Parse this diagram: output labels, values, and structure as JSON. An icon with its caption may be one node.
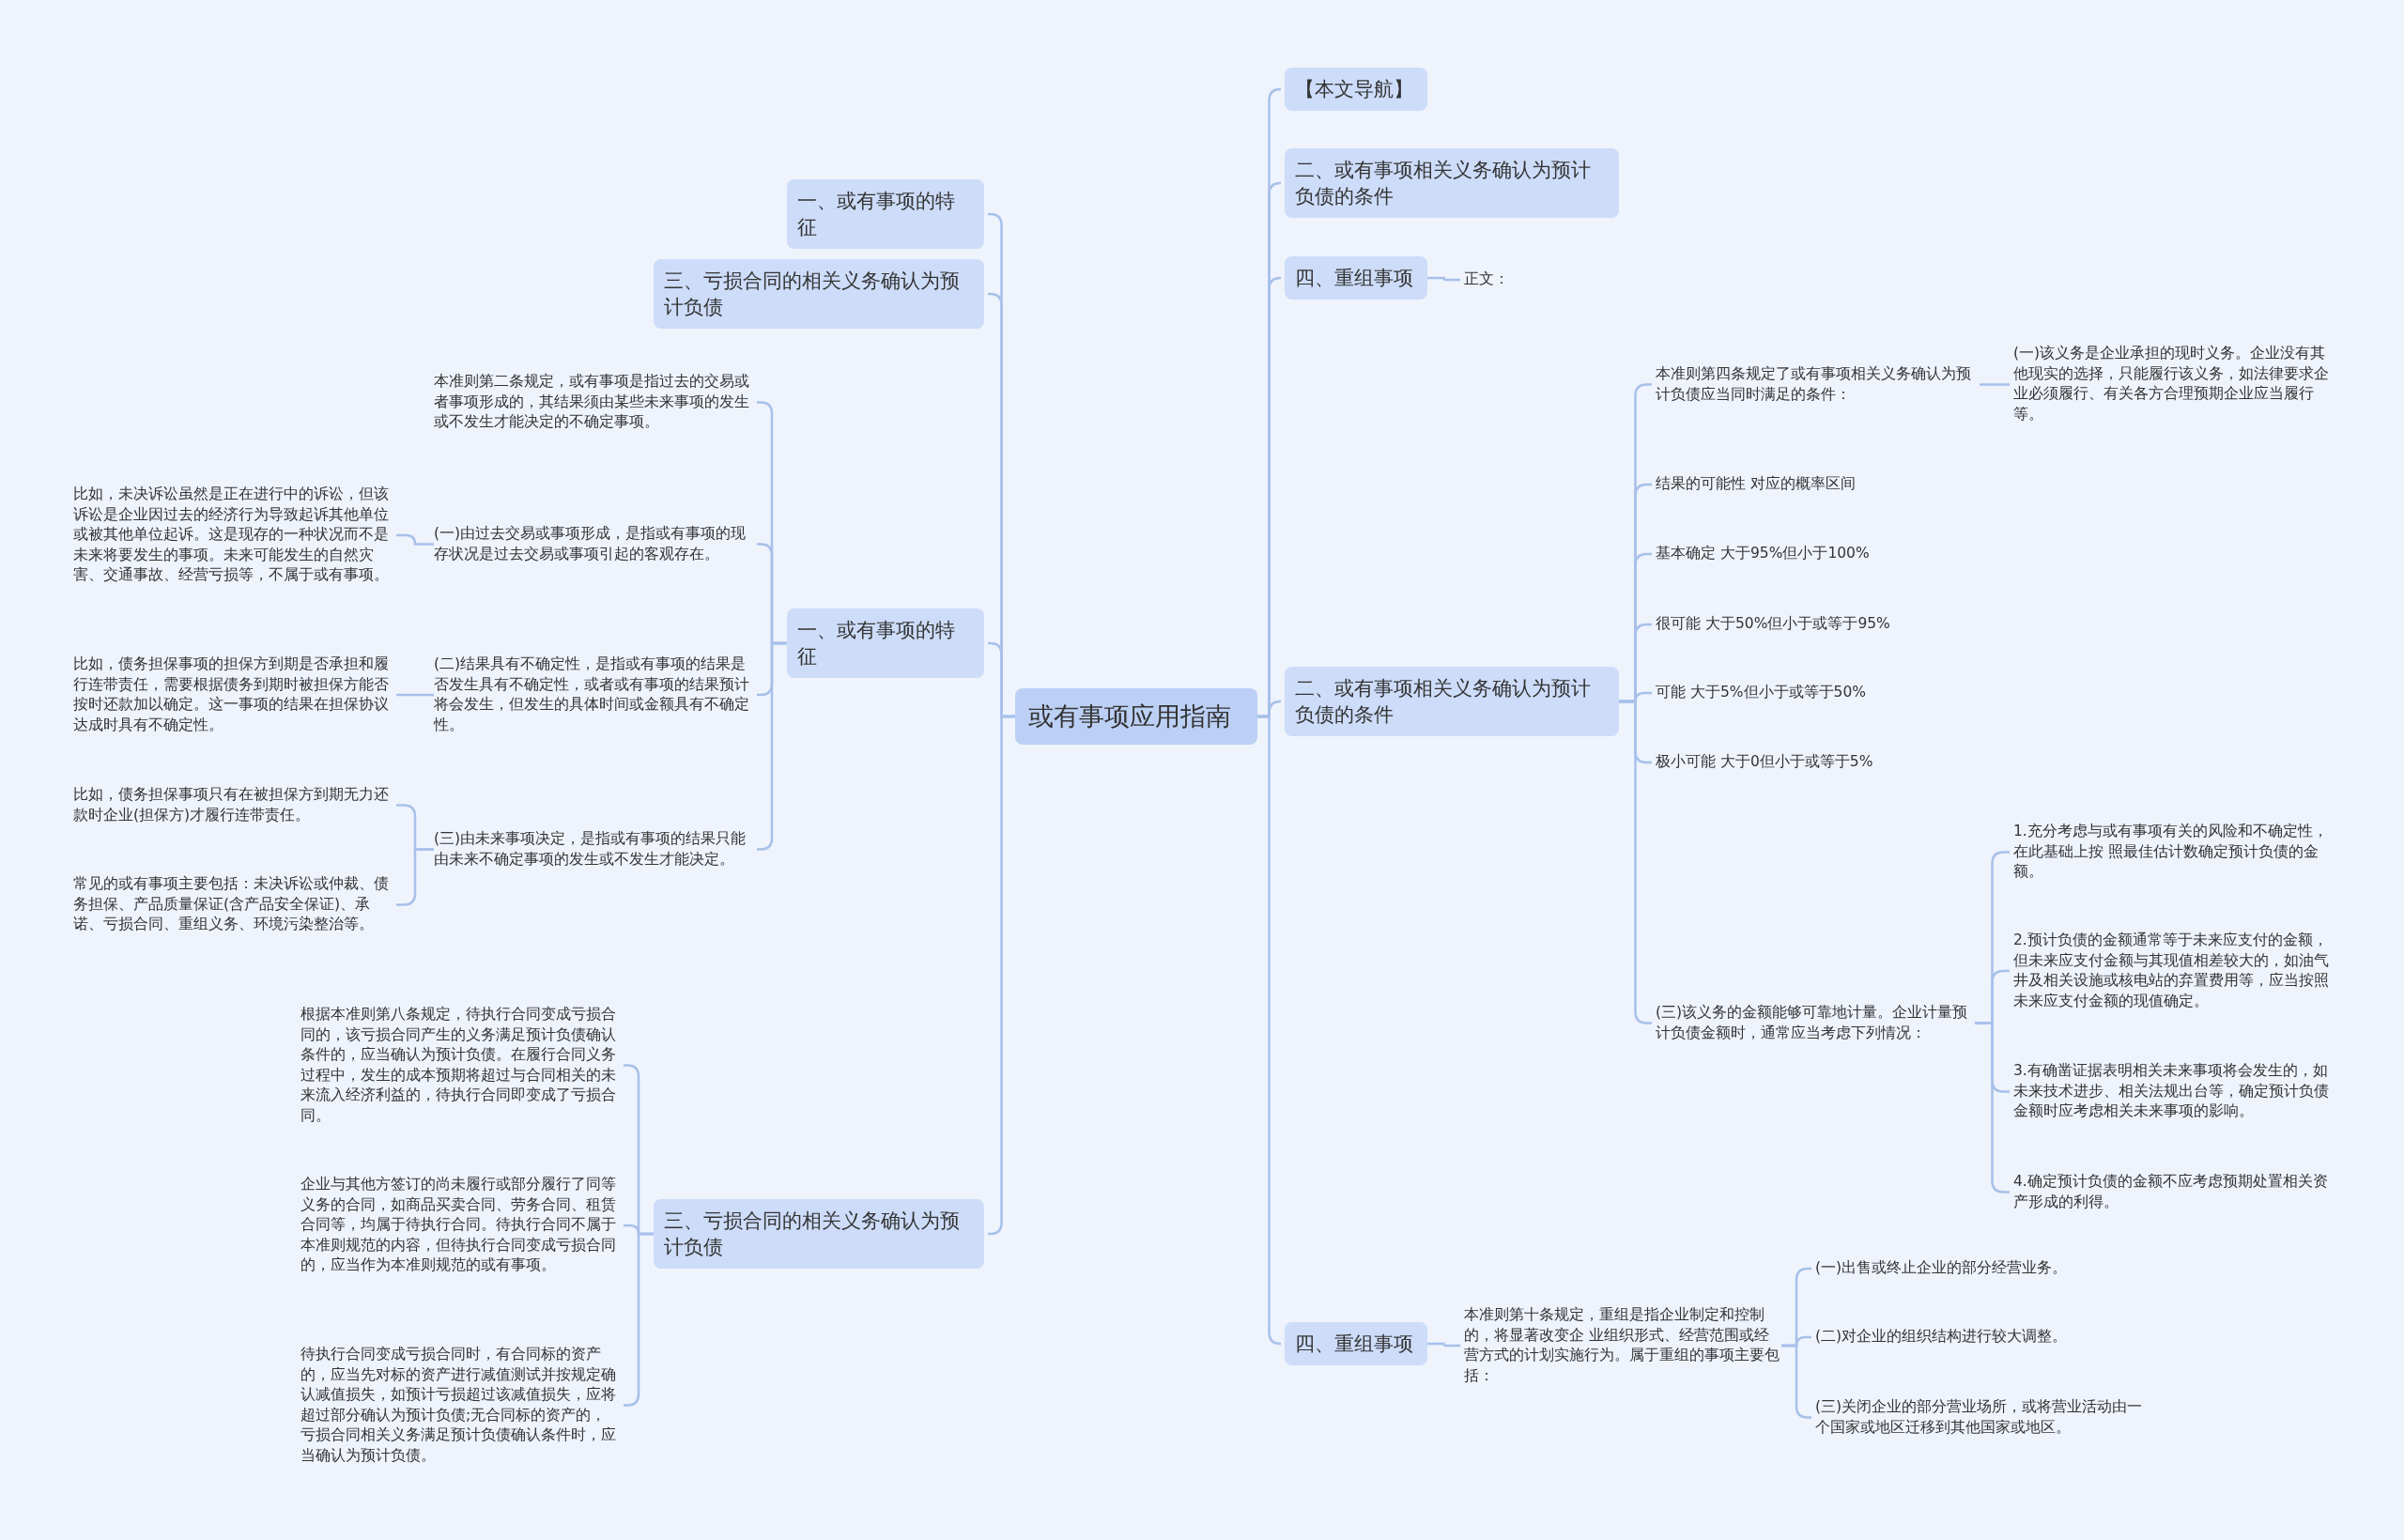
{
  "diagram": {
    "nodes": [
      {
        "text": [
          "或有事项应用指南"
        ]
      },
      {
        "text": [
          "一、或有事项的特征"
        ]
      },
      {
        "text": [
          "三、亏损合同的相关义务确认为预计负债"
        ]
      },
      {
        "text": [
          "一、或有事项的特征"
        ]
      },
      {
        "text": [
          "本准则第二条规定，或有事项是指过去的交易或者事项形成的，其结果须由某些未来事项的发生或不发生才能决定的不确定事项。"
        ]
      },
      {
        "text": [
          "(一)由过去交易或事项形成，是指或有事项的现存状况是过去交易或事项引起的客观存在。"
        ]
      },
      {
        "text": [
          "比如，未决诉讼虽然是正在进行中的诉讼，但该诉讼是企业因过去的经济行为导致起诉其他单位或被其他单位起诉。这是现存的一种状况而不是未来将要发生的事项。未来可能发生的自然灾害、交通事故、经营亏损等，不属于或有事项。"
        ]
      },
      {
        "text": [
          "(二)结果具有不确定性，是指或有事项的结果是否发生具有不确定性，或者或有事项的结果预计将会发生，但发生的具体时间或金额具有不确定性。"
        ]
      },
      {
        "text": [
          "比如，债务担保事项的担保方到期是否承担和履行连带责任，需要根据债务到期时被担保方能否按时还款加以确定。这一事项的结果在担保协议达成时具有不确定性。"
        ]
      },
      {
        "text": [
          "(三)由未来事项决定，是指或有事项的结果只能由未来不确定事项的发生或不发生才能决定。"
        ]
      },
      {
        "text": [
          "比如，债务担保事项只有在被担保方到期无力还款时企业(担保方)才履行连带责任。"
        ]
      },
      {
        "text": [
          "常见的或有事项主要包括：未决诉讼或仲裁、债务担保、产品质量保证(含产品安全保证)、承诺、亏损合同、重组义务、环境污染整治等。"
        ]
      },
      {
        "text": [
          "三、亏损合同的相关义务确认为预计负债"
        ]
      },
      {
        "text": [
          "根据本准则第八条规定，待执行合同变成亏损合同的，该亏损合同产生的义务满足预计负债确认条件的，应当确认为预计负债。在履行合同义务过程中，发生的成本预期将超过与合同相关的未来流入经济利益的，待执行合同即变成了亏损合同。"
        ]
      },
      {
        "text": [
          "企业与其他方签订的尚未履行或部分履行了同等义务的合同，如商品买卖合同、劳务合同、租赁合同等，均属于待执行合同。待执行合同不属于本准则规范的内容，但待执行合同变成亏损合同的，应当作为本准则规范的或有事项。"
        ]
      },
      {
        "text": [
          "待执行合同变成亏损合同时，有合同标的资产的，应当先对标的资产进行减值测试并按规定确认减值损失，如预计亏损超过该减值损失，应将超过部分确认为预计负债;无合同标的资产的，亏损合同相关义务满足预计负债确认条件时，应当确认为预计负债。"
        ]
      },
      {
        "text": [
          "【本文导航】"
        ]
      },
      {
        "text": [
          "二、或有事项相关义务确认为预计负债的条件"
        ]
      },
      {
        "text": [
          "四、重组事项"
        ]
      },
      {
        "text": [
          "正文："
        ]
      },
      {
        "text": [
          "二、或有事项相关义务确认为预计负债的条件"
        ]
      },
      {
        "text": [
          "本准则第四条规定了或有事项相关义务确认为预计负债应当同时满足的条件："
        ]
      },
      {
        "text": [
          "(一)该义务是企业承担的现时义务。企业没有其他现实的选择，只能履行该义务，如法律要求企业必须履行、有关各方合理预期企业应当履行等。"
        ]
      },
      {
        "text": [
          "结果的可能性 对应的概率区间"
        ]
      },
      {
        "text": [
          "基本确定 大于95%但小于100%"
        ]
      },
      {
        "text": [
          "很可能 大于50%但小于或等于95%"
        ]
      },
      {
        "text": [
          "可能 大于5%但小于或等于50%"
        ]
      },
      {
        "text": [
          "极小可能 大于0但小于或等于5%"
        ]
      },
      {
        "text": [
          "(三)该义务的金额能够可靠地计量。企业计量预计负债金额时，通常应当考虑下列情况："
        ]
      },
      {
        "text": [
          "1.充分考虑与或有事项有关的风险和不确定性，在此基础上按 照最佳估计数确定预计负债的金额。"
        ]
      },
      {
        "text": [
          "2.预计负债的金额通常等于未来应支付的金额，但未来应支付金额与其现值相差较大的，如油气井及相关设施或核电站的弃置费用等，应当按照未来应支付金额的现值确定。"
        ]
      },
      {
        "text": [
          "3.有确凿证据表明相关未来事项将会发生的，如未来技术进步、相关法规出台等，确定预计负债金额时应考虑相关未来事项的影响。"
        ]
      },
      {
        "text": [
          "4.确定预计负债的金额不应考虑预期处置相关资产形成的利得。"
        ]
      },
      {
        "text": [
          "四、重组事项"
        ]
      },
      {
        "text": [
          "本准则第十条规定，重组是指企业制定和控制的，将显著改变企 业组织形式、经营范围或经营方式的计划实施行为。属于重组的事项主要包括："
        ]
      },
      {
        "text": [
          "(一)出售或终止企业的部分经营业务。"
        ]
      },
      {
        "text": [
          "(二)对企业的组织结构进行较大调整。"
        ]
      },
      {
        "text": [
          "(三)关闭企业的部分营业场所，或将营业活动由一个国家或地区迁移到其他国家或地区。"
        ]
      }
    ],
    "edges": [
      {
        "from": 0,
        "to": 1,
        "arrow": "none"
      },
      {
        "from": 0,
        "to": 2,
        "arrow": "none"
      },
      {
        "from": 0,
        "to": 3,
        "arrow": "none"
      },
      {
        "from": 3,
        "to": 4,
        "arrow": "none"
      },
      {
        "from": 3,
        "to": 5,
        "arrow": "none"
      },
      {
        "from": 5,
        "to": 6,
        "arrow": "none"
      },
      {
        "from": 3,
        "to": 7,
        "arrow": "none"
      },
      {
        "from": 7,
        "to": 8,
        "arrow": "none"
      },
      {
        "from": 3,
        "to": 9,
        "arrow": "none"
      },
      {
        "from": 9,
        "to": 10,
        "arrow": "none"
      },
      {
        "from": 9,
        "to": 11,
        "arrow": "none"
      },
      {
        "from": 0,
        "to": 12,
        "arrow": "none"
      },
      {
        "from": 12,
        "to": 13,
        "arrow": "none"
      },
      {
        "from": 12,
        "to": 14,
        "arrow": "none"
      },
      {
        "from": 12,
        "to": 15,
        "arrow": "none"
      },
      {
        "from": 0,
        "to": 16,
        "arrow": "none"
      },
      {
        "from": 0,
        "to": 17,
        "arrow": "none"
      },
      {
        "from": 0,
        "to": 18,
        "arrow": "none"
      },
      {
        "from": 18,
        "to": 19,
        "arrow": "none"
      },
      {
        "from": 0,
        "to": 20,
        "arrow": "none"
      },
      {
        "from": 20,
        "to": 21,
        "arrow": "none"
      },
      {
        "from": 21,
        "to": 22,
        "arrow": "none"
      },
      {
        "from": 20,
        "to": 23,
        "arrow": "none"
      },
      {
        "from": 20,
        "to": 24,
        "arrow": "none"
      },
      {
        "from": 20,
        "to": 25,
        "arrow": "none"
      },
      {
        "from": 20,
        "to": 26,
        "arrow": "none"
      },
      {
        "from": 20,
        "to": 27,
        "arrow": "none"
      },
      {
        "from": 20,
        "to": 28,
        "arrow": "none"
      },
      {
        "from": 28,
        "to": 29,
        "arrow": "none"
      },
      {
        "from": 28,
        "to": 30,
        "arrow": "none"
      },
      {
        "from": 28,
        "to": 31,
        "arrow": "none"
      },
      {
        "from": 28,
        "to": 32,
        "arrow": "none"
      },
      {
        "from": 0,
        "to": 33,
        "arrow": "none"
      },
      {
        "from": 33,
        "to": 34,
        "arrow": "none"
      },
      {
        "from": 34,
        "to": 35,
        "arrow": "none"
      },
      {
        "from": 34,
        "to": 36,
        "arrow": "none"
      },
      {
        "from": 34,
        "to": 37,
        "arrow": "none"
      }
    ]
  }
}
